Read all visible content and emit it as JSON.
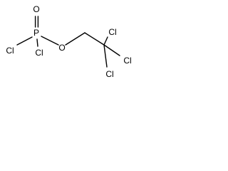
{
  "molecule": {
    "atoms": {
      "p": "P",
      "o_double": "O",
      "cl_p_left": "Cl",
      "cl_p_down": "Cl",
      "o_ether": "O",
      "cl_c_top": "Cl",
      "cl_c_right": "Cl",
      "cl_c_bottom": "Cl"
    }
  }
}
